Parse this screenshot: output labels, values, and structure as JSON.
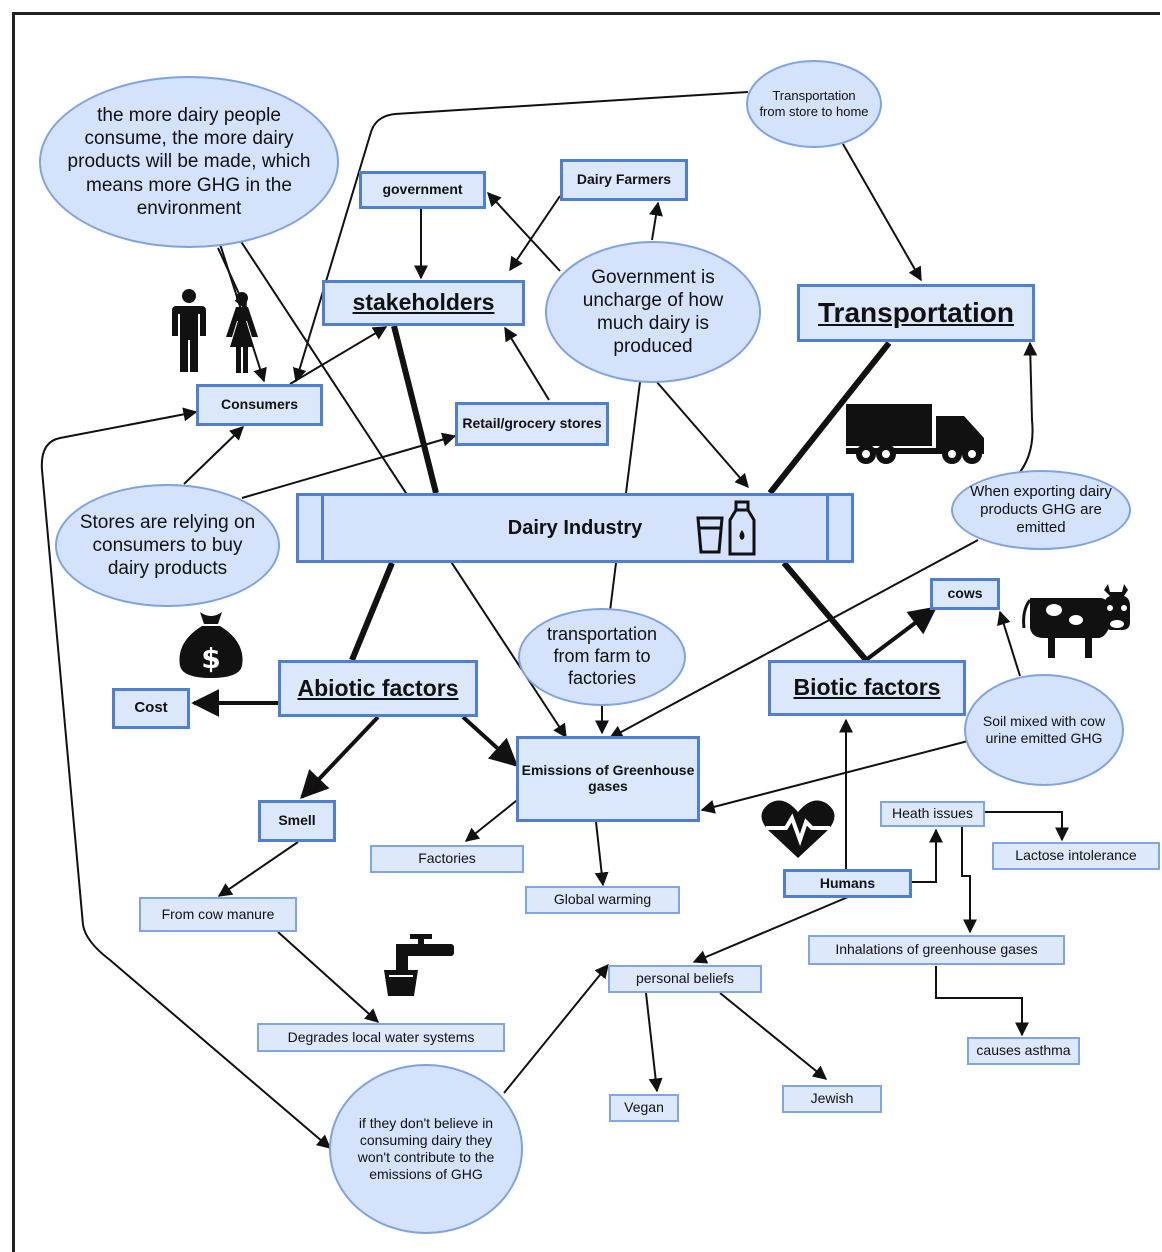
{
  "nodes": {
    "dairy_industry": "Dairy Industry",
    "stakeholders": "stakeholders",
    "transportation": "Transportation",
    "abiotic_factors": "Abiotic factors",
    "biotic_factors": "Biotic factors",
    "government": "government",
    "dairy_farmers": "Dairy Farmers",
    "consumers": "Consumers",
    "retail_stores": "Retail/grocery stores",
    "cost": "Cost",
    "emissions": "Emissions of Greenhouse gases",
    "smell": "Smell",
    "cows": "cows",
    "humans": "Humans",
    "factories": "Factories",
    "global_warming": "Global warming",
    "from_cow_manure": "From cow manure",
    "degrades_water": "Degrades local water systems",
    "personal_beliefs": "personal beliefs",
    "vegan": "Vegan",
    "jewish": "Jewish",
    "health_issues": "Heath issues",
    "lactose_intolerance": "Lactose intolerance",
    "inhalations": "Inhalations of greenhouse gases",
    "causes_asthma": "causes asthma"
  },
  "notes": {
    "more_dairy": "the more dairy people consume, the more dairy products will be made, which means more GHG in the environment",
    "transport_store_home": "Transportation from store to home",
    "government_uncharge": "Government is uncharge of how much dairy is produced",
    "stores_relying": "Stores are relying on consumers to buy dairy products",
    "exporting": "When exporting dairy products GHG are emitted",
    "transport_farm": "transportation from farm to factories",
    "soil_urine": "Soil mixed with cow urine emitted GHG",
    "dont_believe": "if they don't believe in consuming dairy they won't contribute to the emissions of GHG"
  },
  "icons": [
    "people-icon",
    "truck-icon",
    "milk-icon",
    "money-bag-icon",
    "cow-icon",
    "heart-pulse-icon",
    "water-tap-icon"
  ],
  "colors": {
    "box_fill": "#dbe7fb",
    "box_border": "#4f7fd2",
    "line": "#111111"
  }
}
